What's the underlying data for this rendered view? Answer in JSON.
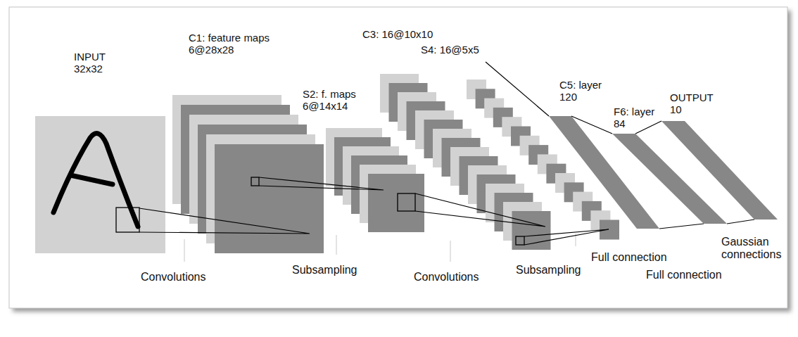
{
  "diagram": {
    "nodes": [
      {
        "text": [
          "INPUT 32x32"
        ]
      },
      {
        "text": [
          "C1: feature maps 6@28x28"
        ]
      },
      {
        "text": [
          "S2: f. maps 6@14x14"
        ]
      },
      {
        "text": [
          "C3: 16@10x10"
        ]
      },
      {
        "text": [
          "S4: 16@5x5"
        ]
      },
      {
        "text": [
          "C5: layer 120"
        ]
      },
      {
        "text": [
          "F6: layer 84"
        ]
      },
      {
        "text": [
          "OUTPUT 10"
        ]
      }
    ],
    "edges": [
      {
        "from": 0,
        "to": 1,
        "arrow": "none"
      },
      {
        "from": 1,
        "to": 2,
        "arrow": "none"
      },
      {
        "from": 2,
        "to": 3,
        "arrow": "none"
      },
      {
        "from": 3,
        "to": 4,
        "arrow": "none"
      },
      {
        "from": 4,
        "to": 5,
        "arrow": "none"
      },
      {
        "from": 5,
        "to": 6,
        "arrow": "none"
      },
      {
        "from": 6,
        "to": 7,
        "arrow": "none"
      }
    ],
    "labels": [
      "Convolutions",
      "Subsampling",
      "Convolutions",
      "Subsampling",
      "Full connection",
      "Full connection",
      "Gaussian connections"
    ]
  }
}
